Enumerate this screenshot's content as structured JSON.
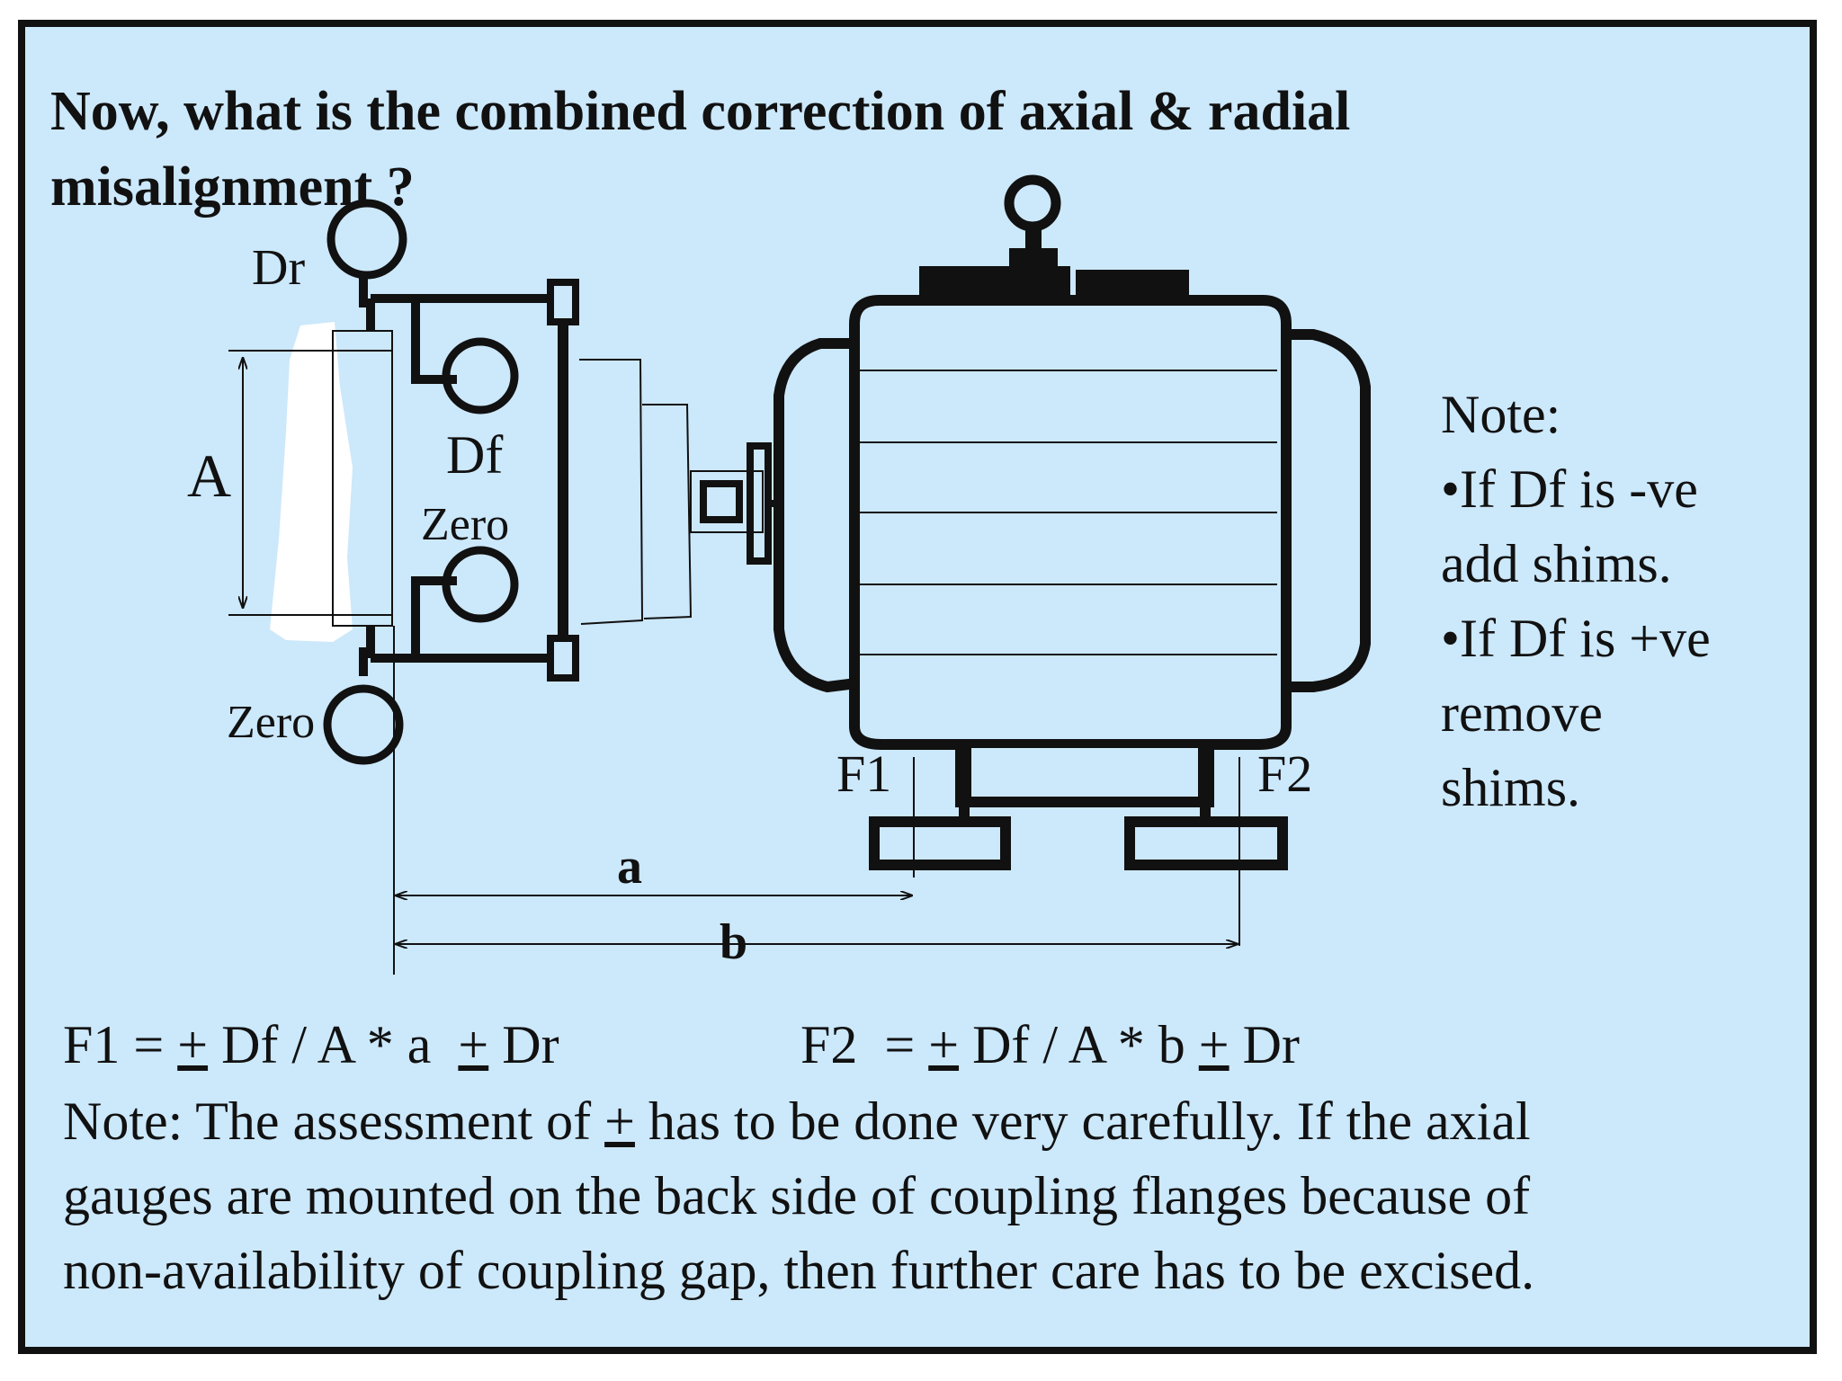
{
  "title": "Now, what is the combined correction of axial & radial misalignment ?",
  "diagram": {
    "labels": {
      "dr": "Dr",
      "df": "Df",
      "zero_df": "Zero",
      "zero_dr": "Zero",
      "a_height": "A",
      "f1": "F1",
      "f2": "F2",
      "dim_a": "a",
      "dim_b": "b"
    }
  },
  "side_note": {
    "heading": "Note:",
    "lines": [
      "•If Df is -ve",
      "add shims.",
      "•If Df is +ve",
      "remove",
      "shims."
    ]
  },
  "formulas": {
    "f1": {
      "lhs": "F1 = ",
      "pm1": "+",
      "mid": " Df / A * a  ",
      "pm2": "+",
      "rhs": " Dr"
    },
    "f2": {
      "lhs": "F2  = ",
      "pm1": "+",
      "mid": " Df / A * b ",
      "pm2": "+",
      "rhs": " Dr"
    }
  },
  "bottom_note": {
    "line1_pre": "Note: The assessment of ",
    "line1_pm": "+",
    "line1_post": " has to be done very carefully. If the axial",
    "line2": "gauges are mounted on the back side of coupling flanges because of",
    "line3": "non-availability of coupling gap, then further care has to be excised."
  }
}
